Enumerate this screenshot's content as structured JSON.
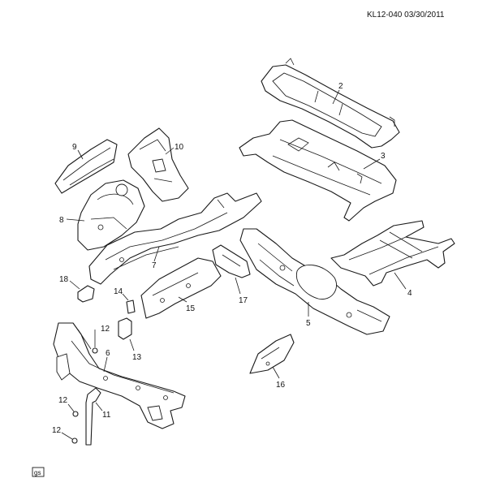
{
  "header": {
    "reference": "KL12-040  03/30/2011"
  },
  "footer": {
    "badge": "gs"
  },
  "callouts": {
    "n2": "2",
    "n3": "3",
    "n4": "4",
    "n5": "5",
    "n6": "6",
    "n7": "7",
    "n8": "8",
    "n9": "9",
    "n10": "10",
    "n11": "11",
    "n12a": "12",
    "n12b": "12",
    "n12c": "12",
    "n13": "13",
    "n14": "14",
    "n15": "15",
    "n16": "16",
    "n17": "17",
    "n18": "18"
  }
}
